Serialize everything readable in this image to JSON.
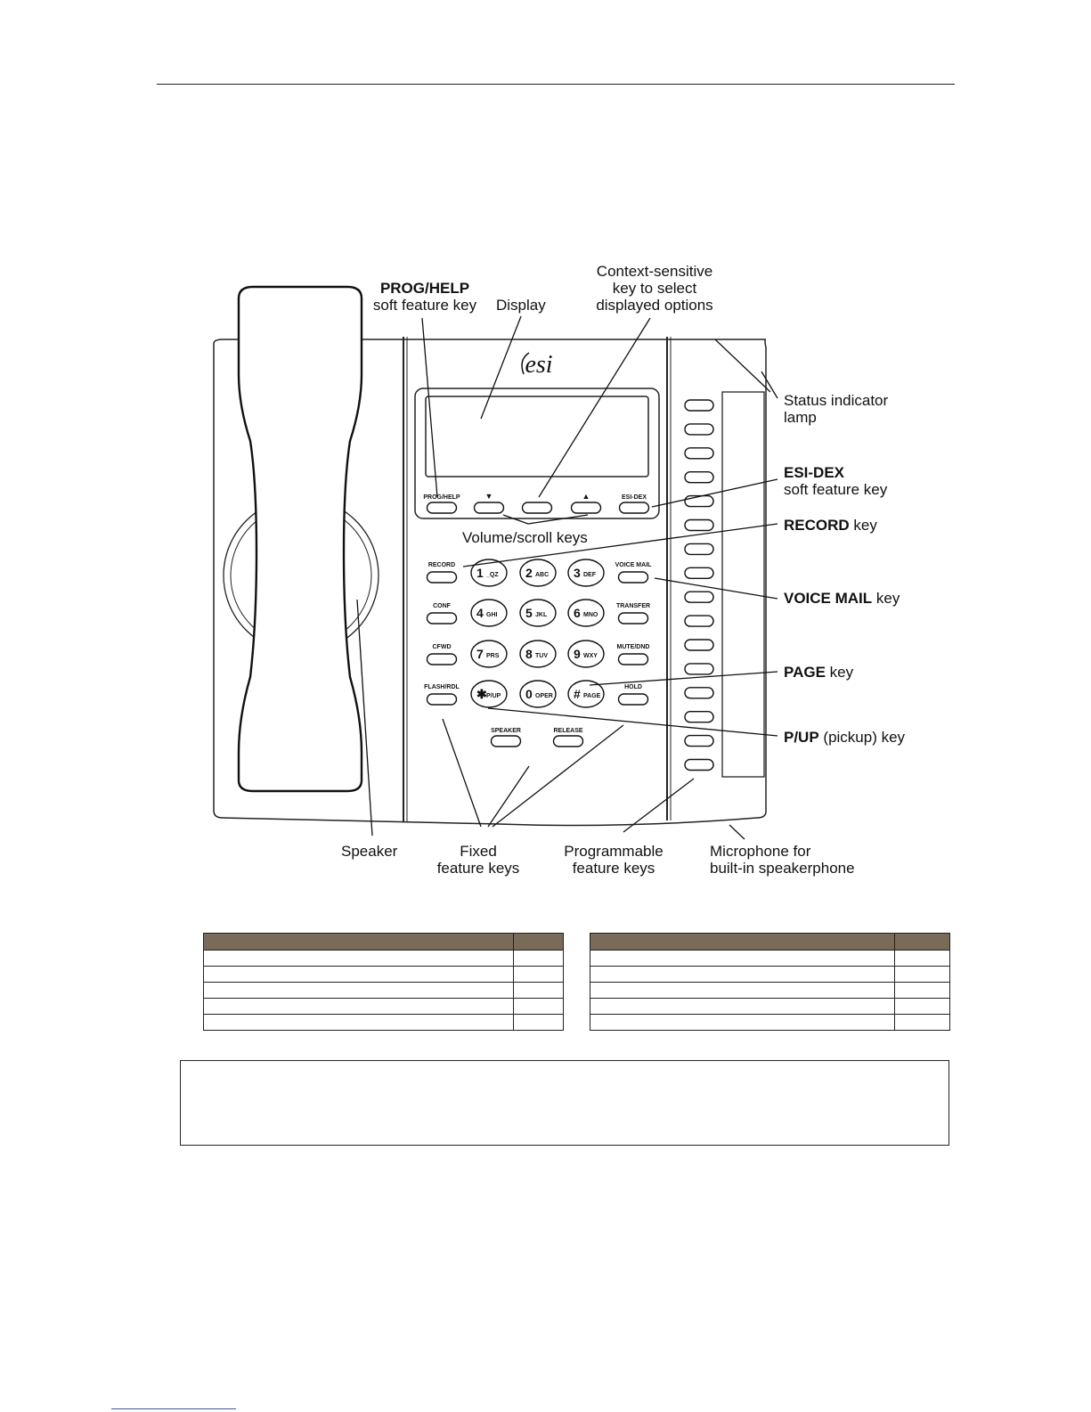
{
  "labels": {
    "prog_help_bold": "PROG/HELP",
    "prog_help_rest": "soft feature key",
    "display": "Display",
    "context_line1": "Context-sensitive",
    "context_line2": "key to select",
    "context_line3": "displayed options",
    "status_line1": "Status indicator",
    "status_line2": "lamp",
    "esidex_bold": "ESI-DEX",
    "esidex_rest": "soft feature key",
    "record_bold": "RECORD",
    "record_rest": " key",
    "voicemail_bold": "VOICE MAIL",
    "voicemail_rest": " key",
    "page_bold": "PAGE",
    "page_rest": " key",
    "pup_bold": "P/UP",
    "pup_rest": " (pickup) key",
    "volume": "Volume/scroll keys",
    "speaker": "Speaker",
    "fixed_line1": "Fixed",
    "fixed_line2": "feature keys",
    "prog_line1": "Programmable",
    "prog_line2": "feature keys",
    "mic_line1": "Microphone for",
    "mic_line2": "built-in speakerphone"
  },
  "phone": {
    "logo": "esi",
    "soft_keys": [
      "PROG/HELP",
      "▼",
      "",
      "▲",
      "ESI-DEX"
    ],
    "left_keys": [
      "RECORD",
      "CONF",
      "CFWD",
      "FLASH/RDL"
    ],
    "right_keys": [
      "VOICE MAIL",
      "TRANSFER",
      "MUTE/DND",
      "HOLD"
    ],
    "bottom_keys": [
      "SPEAKER",
      "RELEASE"
    ],
    "dial_digits": [
      "1",
      "2",
      "3",
      "4",
      "5",
      "6",
      "7",
      "8",
      "9",
      "✱",
      "0",
      "#"
    ],
    "dial_letters": [
      "_QZ",
      "ABC",
      "DEF",
      "GHI",
      "JKL",
      "MNO",
      "PRS",
      "TUV",
      "WXY",
      "P/UP",
      "OPER",
      "PAGE"
    ]
  }
}
